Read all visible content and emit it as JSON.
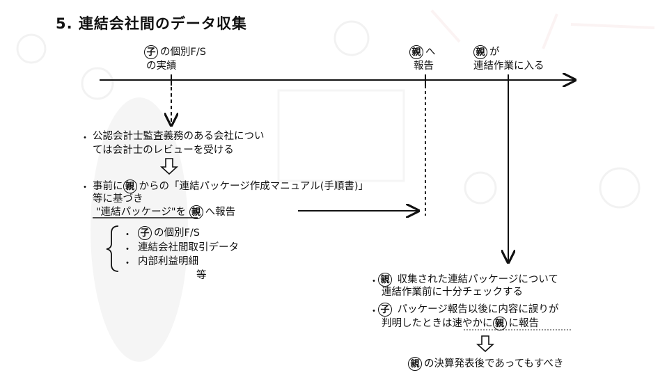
{
  "title": "5.  連結会社間のデータ収集",
  "badges": {
    "ko": "子",
    "oya": "親"
  },
  "timeline": {
    "sub_fs_1": "の個別F/S",
    "sub_fs_2": "の実績",
    "report_to_parent_suffix": "へ",
    "report_to_parent_2": "報告",
    "parent_consol_suffix": "が",
    "parent_consol_2": "連結作業に入る"
  },
  "left_block": {
    "bullet1_line1": "公認会計士監査義務のある会社につい",
    "bullet1_line2": "ては会計士のレビューを受ける",
    "bullet2_prefix": "事前に",
    "bullet2_suffix": "からの「連結パッケージ作成マニュアル(手順書)」",
    "bullet2_line2": "等に基づき",
    "bullet2_line3_a": "\"連結パッケージ\"を",
    "bullet2_line3_b": "へ報告",
    "sub_items": [
      "の個別F/S",
      "連結会社間取引データ",
      "内部利益明細"
    ],
    "sub_etc": "等"
  },
  "right_block": {
    "item1_a": "収集された連結パッケージについて",
    "item1_b": "連結作業前に十分チェックする",
    "item2_a": "パッケージ報告以後に内容に誤りが",
    "item2_b_1": "判明したときは",
    "item2_b_2": "速やかに",
    "item2_b_3": "に報告",
    "final": "の決算発表後であってもすべき"
  }
}
